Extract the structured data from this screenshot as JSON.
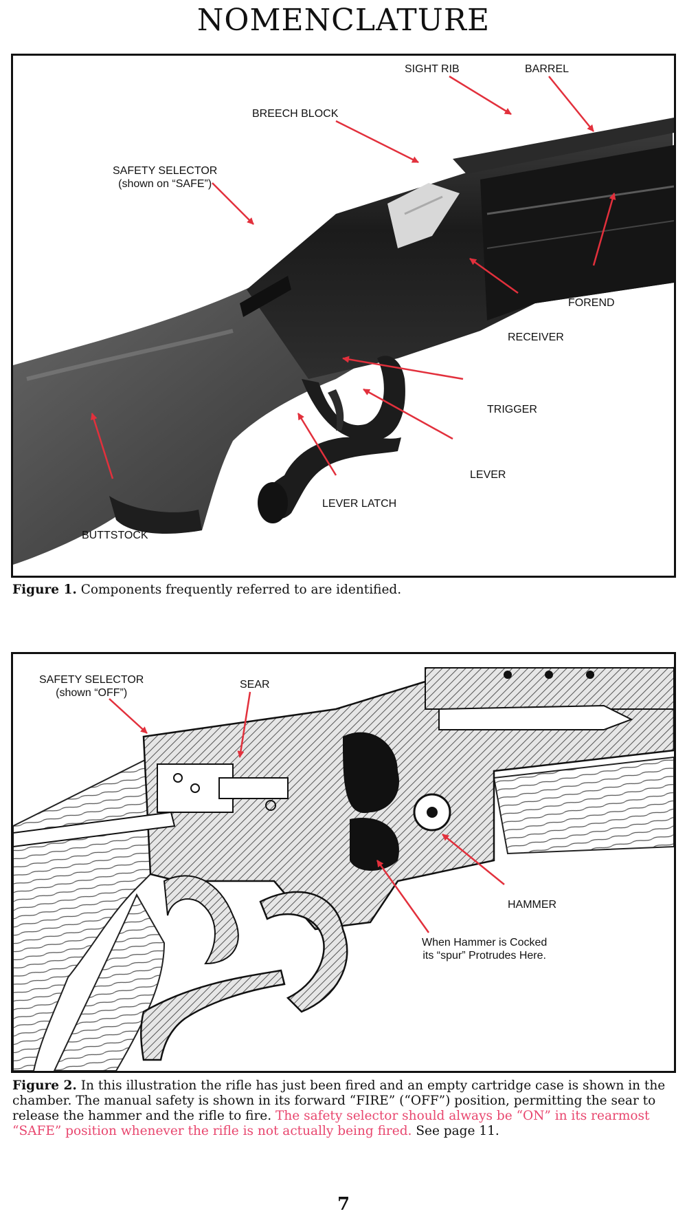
{
  "page": {
    "title": "NOMENCLATURE",
    "page_number": "7"
  },
  "figure1": {
    "labels": {
      "sight_rib": "SIGHT RIB",
      "barrel": "BARREL",
      "breech_block": "BREECH BLOCK",
      "safety_selector": "SAFETY SELECTOR",
      "safety_selector_note": "(shown on “SAFE”)",
      "forend": "FOREND",
      "receiver": "RECEIVER",
      "trigger": "TRIGGER",
      "lever": "LEVER",
      "lever_latch": "LEVER LATCH",
      "buttstock": "BUTTSTOCK"
    },
    "caption_label": "Figure 1.",
    "caption_text": "Components frequently referred to are identified."
  },
  "figure2": {
    "labels": {
      "safety_selector": "SAFETY SELECTOR",
      "safety_selector_note": "(shown “OFF”)",
      "sear": "SEAR",
      "hammer": "HAMMER",
      "hammer_note_line1": "When Hammer is Cocked",
      "hammer_note_line2": "its “spur” Protrudes Here."
    },
    "caption_label": "Figure 2.",
    "caption_text": "In this illustration the rifle has just been fired and an empty cartridge case is shown in the chamber. The manual safety is shown in its forward “FIRE” (“OFF”) position, permitting the sear to release the hammer and the rifle to fire.",
    "caption_highlight": "The safety selector should always be “ON” in its rearmost “SAFE” position whenever the rifle is not actually being fired.",
    "caption_tail": "See page 11."
  },
  "colors": {
    "arrow": "#e2303c",
    "highlight_text": "#e8466e"
  }
}
